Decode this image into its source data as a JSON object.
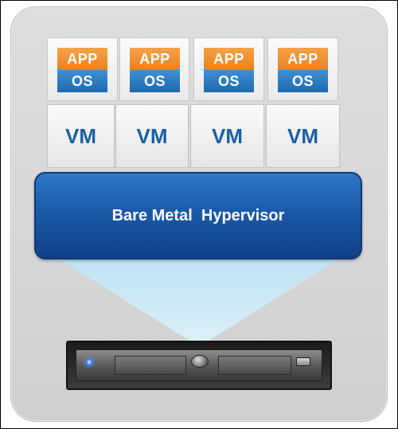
{
  "stacks": [
    {
      "app_label": "APP",
      "os_label": "OS"
    },
    {
      "app_label": "APP",
      "os_label": "OS"
    },
    {
      "app_label": "APP",
      "os_label": "OS"
    },
    {
      "app_label": "APP",
      "os_label": "OS"
    }
  ],
  "vms": [
    {
      "label": "VM"
    },
    {
      "label": "VM"
    },
    {
      "label": "VM"
    },
    {
      "label": "VM"
    }
  ],
  "hypervisor": {
    "label": "Bare Metal  Hypervisor"
  },
  "colors": {
    "app": "#ee8b2b",
    "os": "#2a78c0",
    "vm_text": "#1b5fa6",
    "hypervisor": "#1b5aa7",
    "beam": "#c6e6f5",
    "led": "#4b8cff"
  },
  "icons": {
    "server": "rack-server-icon",
    "led": "status-led-icon",
    "power": "power-button-icon",
    "port": "usb-port-icon"
  }
}
